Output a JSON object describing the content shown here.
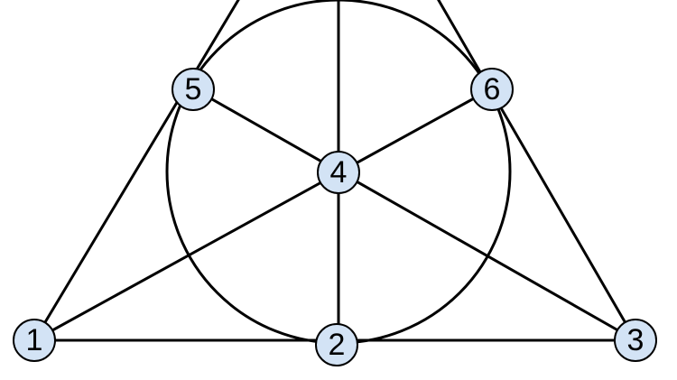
{
  "diagram": {
    "node_fill": "#d3e3f5",
    "line_color": "#000000",
    "nodes": [
      {
        "id": "1",
        "label": "1"
      },
      {
        "id": "2",
        "label": "2"
      },
      {
        "id": "3",
        "label": "3"
      },
      {
        "id": "4",
        "label": "4"
      },
      {
        "id": "5",
        "label": "5"
      },
      {
        "id": "6",
        "label": "6"
      }
    ]
  }
}
